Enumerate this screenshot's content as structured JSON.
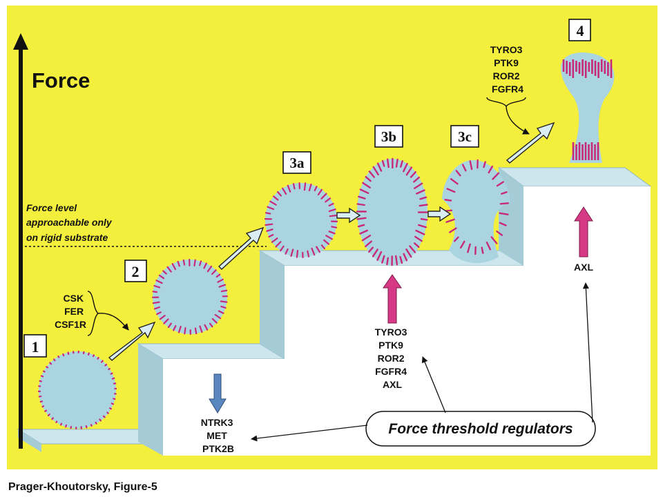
{
  "axis": {
    "label": "Force"
  },
  "threshold": {
    "lines": [
      "Force level",
      "approachable only",
      "on rigid substrate"
    ]
  },
  "stages": [
    "1",
    "2",
    "3a",
    "3b",
    "3c",
    "4"
  ],
  "gene_groups": {
    "early": [
      "CSK",
      "FER",
      "CSF1R"
    ],
    "down": [
      "NTRK3",
      "MET",
      "PTK2B"
    ],
    "middle": [
      "TYRO3",
      "PTK9",
      "ROR2",
      "FGFR4",
      "AXL"
    ],
    "late": [
      "TYRO3",
      "PTK9",
      "ROR2",
      "FGFR4"
    ],
    "right": [
      "AXL"
    ]
  },
  "regulators": {
    "label": "Force threshold regulators"
  },
  "caption": "Prager-Khoutorsky, Figure-5",
  "colors": {
    "background": "#f3ef3c",
    "cell": "#a9d4e0",
    "adhesion": "#c8287a",
    "stair_top": "#cde6ee",
    "stair_side": "#a4cbd6",
    "stair_front": "#ffffff",
    "arrow_fill": "#d9edf2",
    "up_arrow": "#d63a86",
    "down_arrow": "#5a86c0"
  }
}
